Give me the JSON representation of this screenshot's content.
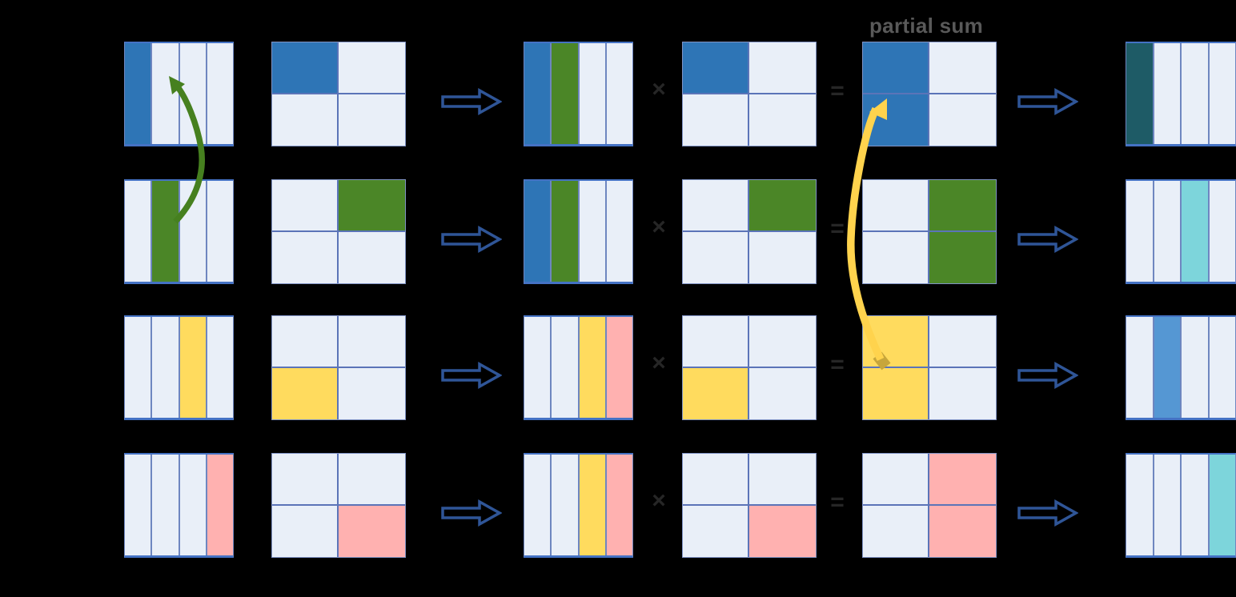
{
  "labels": {
    "partial_sum": "partial sum"
  },
  "operators": {
    "times": "×",
    "equals": "="
  },
  "palette": {
    "light": "#E9EFF8",
    "blue": "#2E75B6",
    "green": "#4B8627",
    "yellow": "#FFDB5E",
    "pink": "#FFB1B0",
    "dark_teal": "#1E5B66",
    "medium_blue": "#5597D3",
    "cyan": "#7DD5DB"
  },
  "ui": {
    "background": "#000000",
    "grid_line": "#4472C4",
    "divider_line": "#6E86C0",
    "block_arrow_outline": "#2F5597",
    "green_arrow": "#46801F",
    "yellow_arrow": "#FFD34D",
    "yellow_arrow_tail": "#C7A63B",
    "label_text": "#595959",
    "operator_text": "#262626"
  },
  "curved_arrows": [
    {
      "name": "green-feedback-arrow",
      "from": "row-2-input-vector-green-column",
      "to": "row-1-input-vector"
    },
    {
      "name": "yellow-partial-sum-carry-arrow",
      "from": "row-3-partial-sum-matrix",
      "to": "row-1-partial-sum-matrix"
    }
  ],
  "rows": [
    {
      "id": "row-1",
      "input_vector": [
        "blue",
        "light",
        "light",
        "light"
      ],
      "weight_matrix": [
        [
          "blue",
          "light"
        ],
        [
          "light",
          "light"
        ]
      ],
      "combined_vector": [
        "blue",
        "green",
        "light",
        "light"
      ],
      "weight_matrix_rhs": [
        [
          "blue",
          "light"
        ],
        [
          "light",
          "light"
        ]
      ],
      "partial_sum_matrix": [
        [
          "blue",
          "light"
        ],
        [
          "blue",
          "light"
        ]
      ],
      "output_vector": [
        "dark_teal",
        "light",
        "light",
        "light"
      ]
    },
    {
      "id": "row-2",
      "input_vector": [
        "light",
        "green",
        "light",
        "light"
      ],
      "weight_matrix": [
        [
          "light",
          "green"
        ],
        [
          "light",
          "light"
        ]
      ],
      "combined_vector": [
        "blue",
        "green",
        "light",
        "light"
      ],
      "weight_matrix_rhs": [
        [
          "light",
          "green"
        ],
        [
          "light",
          "light"
        ]
      ],
      "partial_sum_matrix": [
        [
          "light",
          "green"
        ],
        [
          "light",
          "green"
        ]
      ],
      "output_vector": [
        "light",
        "light",
        "cyan",
        "light"
      ]
    },
    {
      "id": "row-3",
      "input_vector": [
        "light",
        "light",
        "yellow",
        "light"
      ],
      "weight_matrix": [
        [
          "light",
          "light"
        ],
        [
          "yellow",
          "light"
        ]
      ],
      "combined_vector": [
        "light",
        "light",
        "yellow",
        "pink"
      ],
      "weight_matrix_rhs": [
        [
          "light",
          "light"
        ],
        [
          "yellow",
          "light"
        ]
      ],
      "partial_sum_matrix": [
        [
          "yellow",
          "light"
        ],
        [
          "yellow",
          "light"
        ]
      ],
      "output_vector": [
        "light",
        "medium_blue",
        "light",
        "light"
      ]
    },
    {
      "id": "row-4",
      "input_vector": [
        "light",
        "light",
        "light",
        "pink"
      ],
      "weight_matrix": [
        [
          "light",
          "light"
        ],
        [
          "light",
          "pink"
        ]
      ],
      "combined_vector": [
        "light",
        "light",
        "yellow",
        "pink"
      ],
      "weight_matrix_rhs": [
        [
          "light",
          "light"
        ],
        [
          "light",
          "pink"
        ]
      ],
      "partial_sum_matrix": [
        [
          "light",
          "pink"
        ],
        [
          "light",
          "pink"
        ]
      ],
      "output_vector": [
        "light",
        "light",
        "light",
        "cyan"
      ]
    }
  ]
}
